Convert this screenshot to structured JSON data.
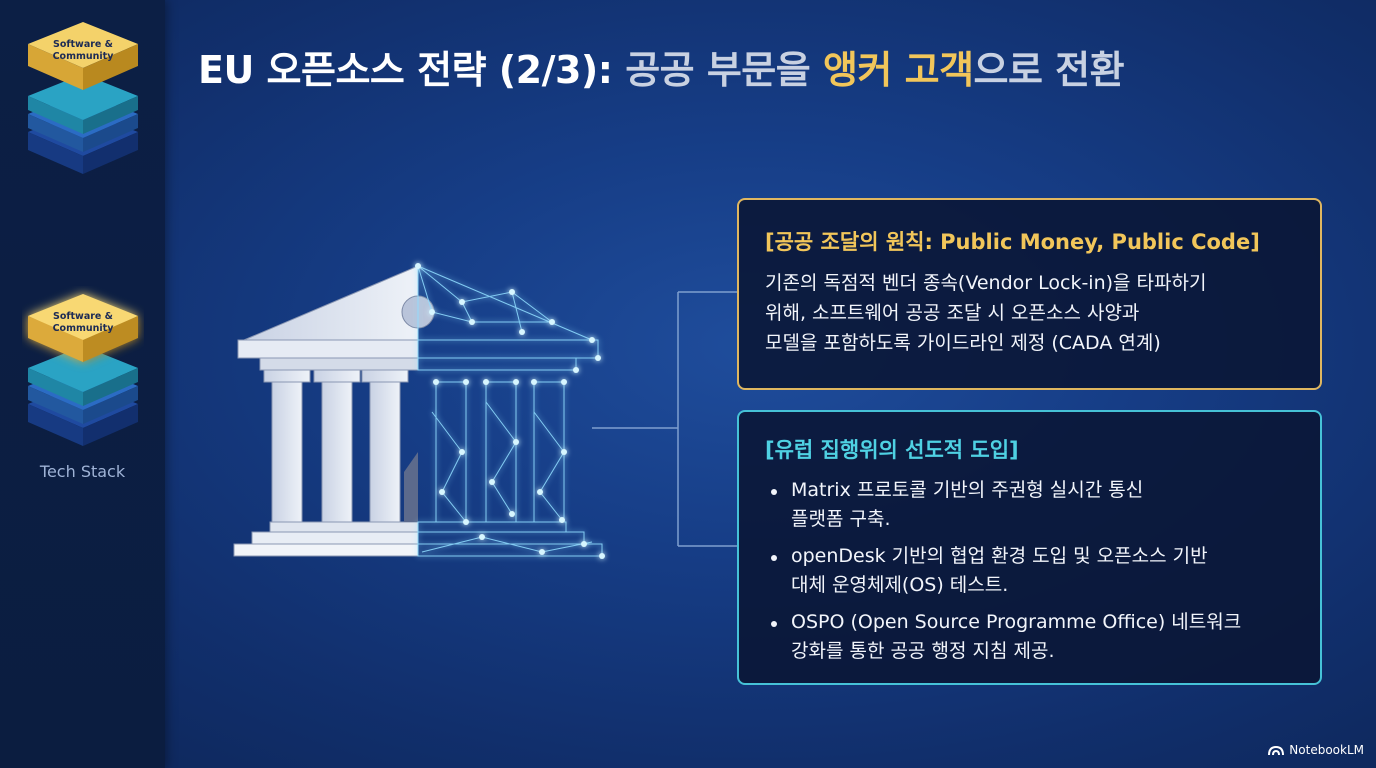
{
  "sidebar": {
    "stacks": [
      {
        "label": "Software &\nCommunity"
      },
      {
        "label": "Software &\nCommunity"
      }
    ],
    "caption": "Tech Stack"
  },
  "title": {
    "part1": "EU 오픈소스 전략 (2/3): ",
    "part2": "공공 부문을 ",
    "part3": "앵커 고객",
    "part4": "으로 전환"
  },
  "cards": {
    "principle": {
      "heading": "[공공 조달의 원칙: Public Money, Public Code]",
      "lines": [
        "기존의 독점적 벤더 종속(Vendor Lock-in)을 타파하기",
        "위해, 소프트웨어 공공 조달 시 오픈소스 사양과",
        "모델을 포함하도록 가이드라인 제정 (CADA 연계)"
      ]
    },
    "adoption": {
      "heading": "[유럽 집행위의 선도적 도입]",
      "bullets": [
        {
          "line1": "Matrix 프로토콜 기반의 주권형 실시간 통신",
          "line2": "플랫폼 구축."
        },
        {
          "line1": "openDesk 기반의 협업 환경 도입 및 오픈소스 기반",
          "line2": "대체 운영체제(OS) 테스트."
        },
        {
          "line1": "OSPO (Open Source Programme Office) 네트워크",
          "line2": "강화를 통한 공공 행정 지침 제공."
        }
      ]
    }
  },
  "colors": {
    "gold": "#f2c65a",
    "cyan": "#4fd1e3",
    "background": "#163d86"
  },
  "brand": {
    "name": "NotebookLM",
    "icon": "notebooklm-logo-icon"
  }
}
